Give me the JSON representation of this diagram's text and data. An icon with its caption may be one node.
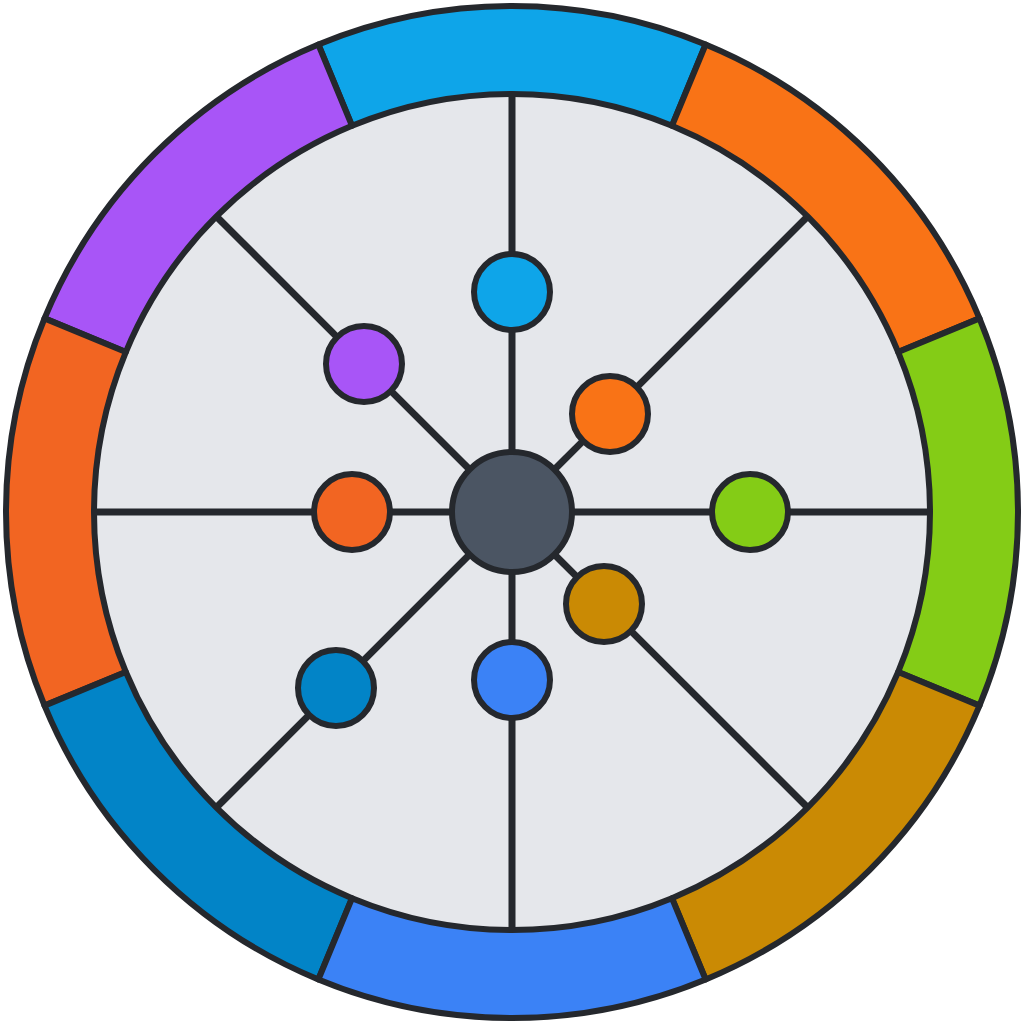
{
  "diagram": {
    "nodes": [
      {
        "text": [],
        "shape": "circle"
      },
      {
        "text": [],
        "shape": "circle"
      },
      {
        "text": [],
        "shape": "circle"
      },
      {
        "text": [],
        "shape": "circle"
      },
      {
        "text": [],
        "shape": "circle"
      },
      {
        "text": [],
        "shape": "circle"
      },
      {
        "text": [],
        "shape": "circle"
      },
      {
        "text": [],
        "shape": "circle"
      },
      {
        "text": [],
        "shape": "circle"
      },
      {
        "text": [],
        "shape": "band"
      },
      {
        "text": [],
        "shape": "band"
      },
      {
        "text": [],
        "shape": "band"
      },
      {
        "text": [],
        "shape": "band"
      },
      {
        "text": [],
        "shape": "band"
      },
      {
        "text": [],
        "shape": "band"
      },
      {
        "text": [],
        "shape": "band"
      },
      {
        "text": [],
        "shape": "band"
      }
    ],
    "edges": [
      {
        "from": 0,
        "to": 1,
        "arrow": "none"
      },
      {
        "from": 1,
        "to": 9,
        "arrow": "none"
      },
      {
        "from": 0,
        "to": 2,
        "arrow": "none"
      },
      {
        "from": 2,
        "to": 10,
        "arrow": "none"
      },
      {
        "from": 0,
        "to": 3,
        "arrow": "none"
      },
      {
        "from": 3,
        "to": 11,
        "arrow": "none"
      },
      {
        "from": 0,
        "to": 4,
        "arrow": "none"
      },
      {
        "from": 4,
        "to": 12,
        "arrow": "none"
      },
      {
        "from": 0,
        "to": 5,
        "arrow": "none"
      },
      {
        "from": 5,
        "to": 13,
        "arrow": "none"
      },
      {
        "from": 0,
        "to": 6,
        "arrow": "none"
      },
      {
        "from": 6,
        "to": 15,
        "arrow": "none"
      },
      {
        "from": 0,
        "to": 7,
        "arrow": "none"
      },
      {
        "from": 7,
        "to": 14,
        "arrow": "none"
      },
      {
        "from": 0,
        "to": 8,
        "arrow": "none"
      },
      {
        "from": 8,
        "to": 16,
        "arrow": "none"
      }
    ]
  }
}
